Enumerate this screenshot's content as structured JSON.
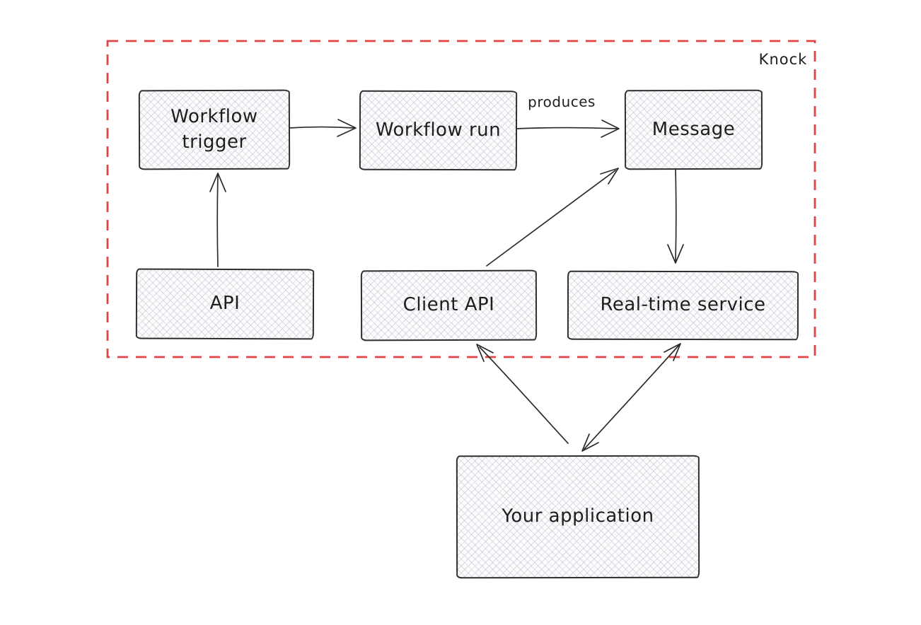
{
  "frame": {
    "label": "Knock",
    "border_color": "#e04545",
    "style": "dashed"
  },
  "colors": {
    "ink": "#1e1e1e",
    "box_border": "#2e2e2e",
    "box_fill": "#fcfcfd",
    "hatch": "#bcc1cf"
  },
  "nodes": [
    {
      "id": "workflow-trigger",
      "label": "Workflow trigger",
      "inside_frame": true
    },
    {
      "id": "workflow-run",
      "label": "Workflow run",
      "inside_frame": true
    },
    {
      "id": "message",
      "label": "Message",
      "inside_frame": true
    },
    {
      "id": "api",
      "label": "API",
      "inside_frame": true
    },
    {
      "id": "client-api",
      "label": "Client API",
      "inside_frame": true
    },
    {
      "id": "real-time-service",
      "label": "Real-time service",
      "inside_frame": true
    },
    {
      "id": "your-application",
      "label": "Your application",
      "inside_frame": false
    }
  ],
  "edges": [
    {
      "from": "workflow-trigger",
      "to": "workflow-run",
      "label": "",
      "bidirectional": false
    },
    {
      "from": "workflow-run",
      "to": "message",
      "label": "produces",
      "bidirectional": false
    },
    {
      "from": "api",
      "to": "workflow-trigger",
      "label": "",
      "bidirectional": false
    },
    {
      "from": "client-api",
      "to": "message",
      "label": "",
      "bidirectional": false
    },
    {
      "from": "message",
      "to": "real-time-service",
      "label": "",
      "bidirectional": false
    },
    {
      "from": "your-application",
      "to": "client-api",
      "label": "",
      "bidirectional": false
    },
    {
      "from": "your-application",
      "to": "real-time-service",
      "label": "",
      "bidirectional": true
    }
  ]
}
